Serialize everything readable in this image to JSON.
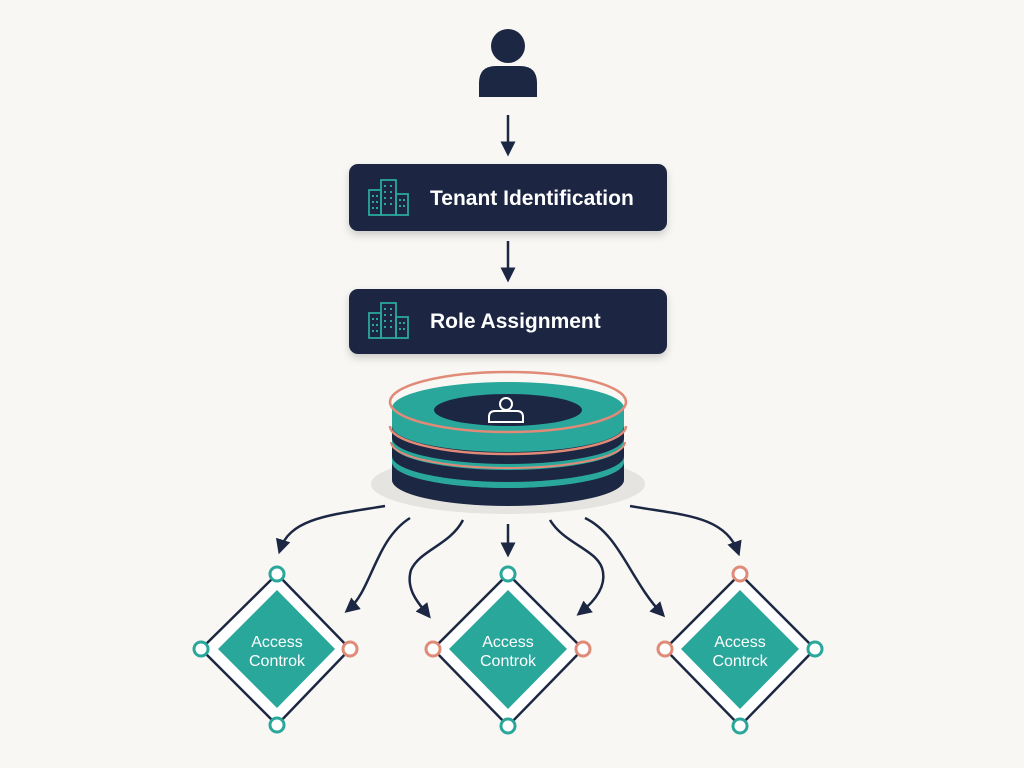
{
  "colors": {
    "navy": "#1c2743",
    "teal": "#2aa79b",
    "coral": "#e08a78",
    "background": "#f8f7f3"
  },
  "user_icon": "user-icon",
  "steps": [
    {
      "label": "Tenant Identification",
      "icon": "building-icon"
    },
    {
      "label": "Role Assignment",
      "icon": "building-icon"
    }
  ],
  "role_store": {
    "icon": "database-stack-icon",
    "inner_icon": "user-outline-icon"
  },
  "access_nodes": [
    {
      "line1": "Access",
      "line2": "Controk"
    },
    {
      "line1": "Access",
      "line2": "Controk"
    },
    {
      "line1": "Access",
      "line2": "Contrck"
    }
  ]
}
